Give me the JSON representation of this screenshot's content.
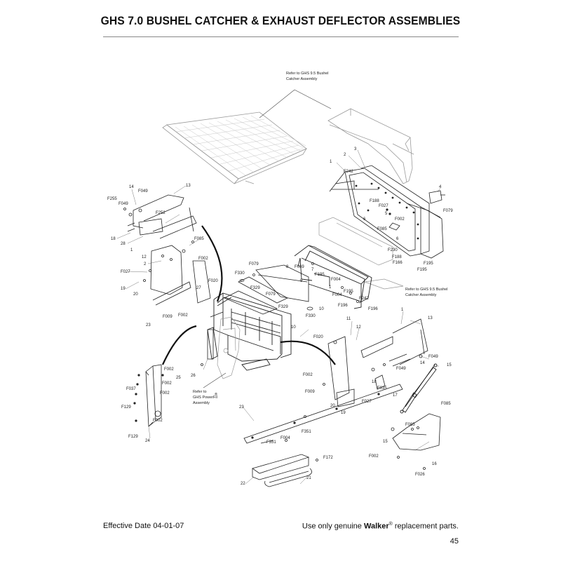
{
  "page": {
    "title": "GHS 7.0 BUSHEL CATCHER & EXHAUST DEFLECTOR ASSEMBLIES",
    "footer_left": "Effective Date 04-01-07",
    "footer_right_prefix": "Use only genuine",
    "footer_right_brand": "Walker",
    "footer_right_reg": "®",
    "footer_right_suffix": "replacement parts.",
    "page_number": "45"
  },
  "references": {
    "ref_top_line1": "Refer to  GHS 9.5 Bushel",
    "ref_top_line2": "Catcher Assembly",
    "ref_right_line1": "Refer to  GHS 9.5 Bushel",
    "ref_right_line2": "Catcher Assembly",
    "ref_power_line1": "Refer to",
    "ref_power_line2": "GHS PowerFil",
    "ref_power_reg": "®",
    "ref_power_line3": "Assembly"
  },
  "callouts": {
    "c_14a": "14",
    "c_F049a": "F049",
    "c_13a": "13",
    "c_F255": "F255",
    "c_F049b": "F049",
    "c_F252": "F252",
    "c_18a": "18",
    "c_28": "28",
    "c_F085a": "F085",
    "c_1a": "1",
    "c_12a": "12",
    "c_F002a": "F002",
    "c_2a": "2",
    "c_F027a": "F027",
    "c_19a": "19",
    "c_20a": "20",
    "c_F020a": "F020",
    "c_27": "27",
    "c_F009a": "F009",
    "c_F002b": "F002",
    "c_23a": "23",
    "c_1b": "1",
    "c_2b": "2",
    "c_3": "3",
    "c_F242a": "F242",
    "c_F188a": "F188",
    "c_F027b": "F027",
    "c_5": "5",
    "c_F002c": "F002",
    "c_6a": "6",
    "c_4": "4",
    "c_F079a": "F079",
    "c_F085b": "F085",
    "c_6b": "6",
    "c_F230": "F230",
    "c_F188b": "F188",
    "c_F166": "F166",
    "c_F195a": "F195",
    "c_F195b": "F195",
    "c_F079b": "F079",
    "c_8": "8",
    "c_F069": "F069",
    "c_F330a": "F330",
    "c_7": "7",
    "c_F195c": "F195",
    "c_9": "9",
    "c_F329a": "F329",
    "c_F004a": "F004",
    "c_1c": "1",
    "c_F195d": "F195",
    "c_F079c": "F079",
    "c_F004b": "F004",
    "c_F242b": "F242",
    "c_F196a": "F196",
    "c_F196b": "F196",
    "c_F329b": "F329",
    "c_10a": "10",
    "c_F330b": "F330",
    "c_10b": "10",
    "c_1d": "1",
    "c_13b": "13",
    "c_11": "11",
    "c_12b": "12",
    "c_F020b": "F020",
    "c_F049c": "F049",
    "c_14b": "14",
    "c_15a": "15",
    "c_F049d": "F049",
    "c_18b": "18",
    "c_F035": "F035",
    "c_F002d": "F002",
    "c_F009b": "F009",
    "c_17": "17",
    "c_20b": "20",
    "c_F027c": "F027",
    "c_19b": "19",
    "c_F085c": "F085",
    "c_F085d": "F085",
    "c_15b": "15",
    "c_F002e": "F002",
    "c_16": "16",
    "c_F026": "F026",
    "c_F002f": "F002",
    "c_25": "25",
    "c_F002g": "F002",
    "c_F037": "F037",
    "c_F002h": "F002",
    "c_F129a": "F129",
    "c_F002i": "F002",
    "c_F129b": "F129",
    "c_24": "24",
    "c_26": "26",
    "c_23b": "23",
    "c_F351a": "F351",
    "c_F351b": "F351",
    "c_F004c": "F004",
    "c_F172": "F172",
    "c_22": "22",
    "c_21": "21"
  }
}
